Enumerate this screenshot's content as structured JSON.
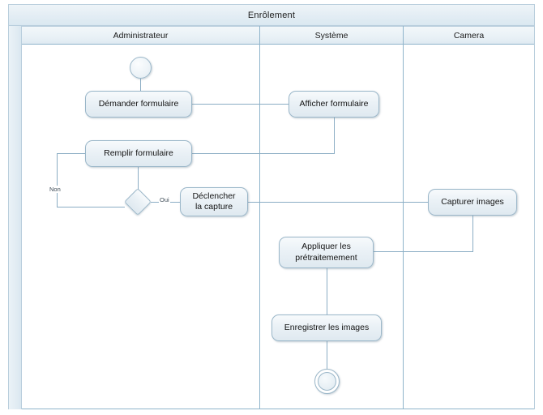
{
  "diagram": {
    "title": "Enrôlement",
    "type": "uml-activity-diagram",
    "colors": {
      "frame_border": "#b9cedd",
      "lane_border": "#8fb4cb",
      "node_border": "#9bb7c9",
      "edge": "#8badc4",
      "header_fill": "#e9f1f6",
      "node_fill": "#eaf1f6"
    }
  },
  "lanes": [
    {
      "id": "administrateur",
      "label": "Administrateur"
    },
    {
      "id": "systeme",
      "label": "Système"
    },
    {
      "id": "camera",
      "label": "Camera"
    }
  ],
  "nodes": [
    {
      "id": "start",
      "kind": "initial",
      "lane": "administrateur",
      "label": ""
    },
    {
      "id": "demander-formulaire",
      "kind": "action",
      "lane": "administrateur",
      "label": "Démander formulaire"
    },
    {
      "id": "afficher-formulaire",
      "kind": "action",
      "lane": "systeme",
      "label": "Afficher formulaire"
    },
    {
      "id": "remplir-formulaire",
      "kind": "action",
      "lane": "administrateur",
      "label": "Remplir formulaire"
    },
    {
      "id": "decision",
      "kind": "decision",
      "lane": "administrateur",
      "label": ""
    },
    {
      "id": "declencher-la-capture",
      "kind": "action",
      "lane": "administrateur",
      "label_line1": "Déclencher",
      "label_line2": "la capture"
    },
    {
      "id": "capturer-images",
      "kind": "action",
      "lane": "camera",
      "label": "Capturer images"
    },
    {
      "id": "appliquer-les-pretraitemement",
      "kind": "action",
      "lane": "systeme",
      "label_line1": "Appliquer  les",
      "label_line2": "prétraitemement"
    },
    {
      "id": "enregistrer-les-images",
      "kind": "action",
      "lane": "systeme",
      "label": "Enregistrer les images"
    },
    {
      "id": "end",
      "kind": "final",
      "lane": "systeme",
      "label": ""
    }
  ],
  "edge_labels": {
    "non": "Non",
    "oui": "Oui"
  }
}
